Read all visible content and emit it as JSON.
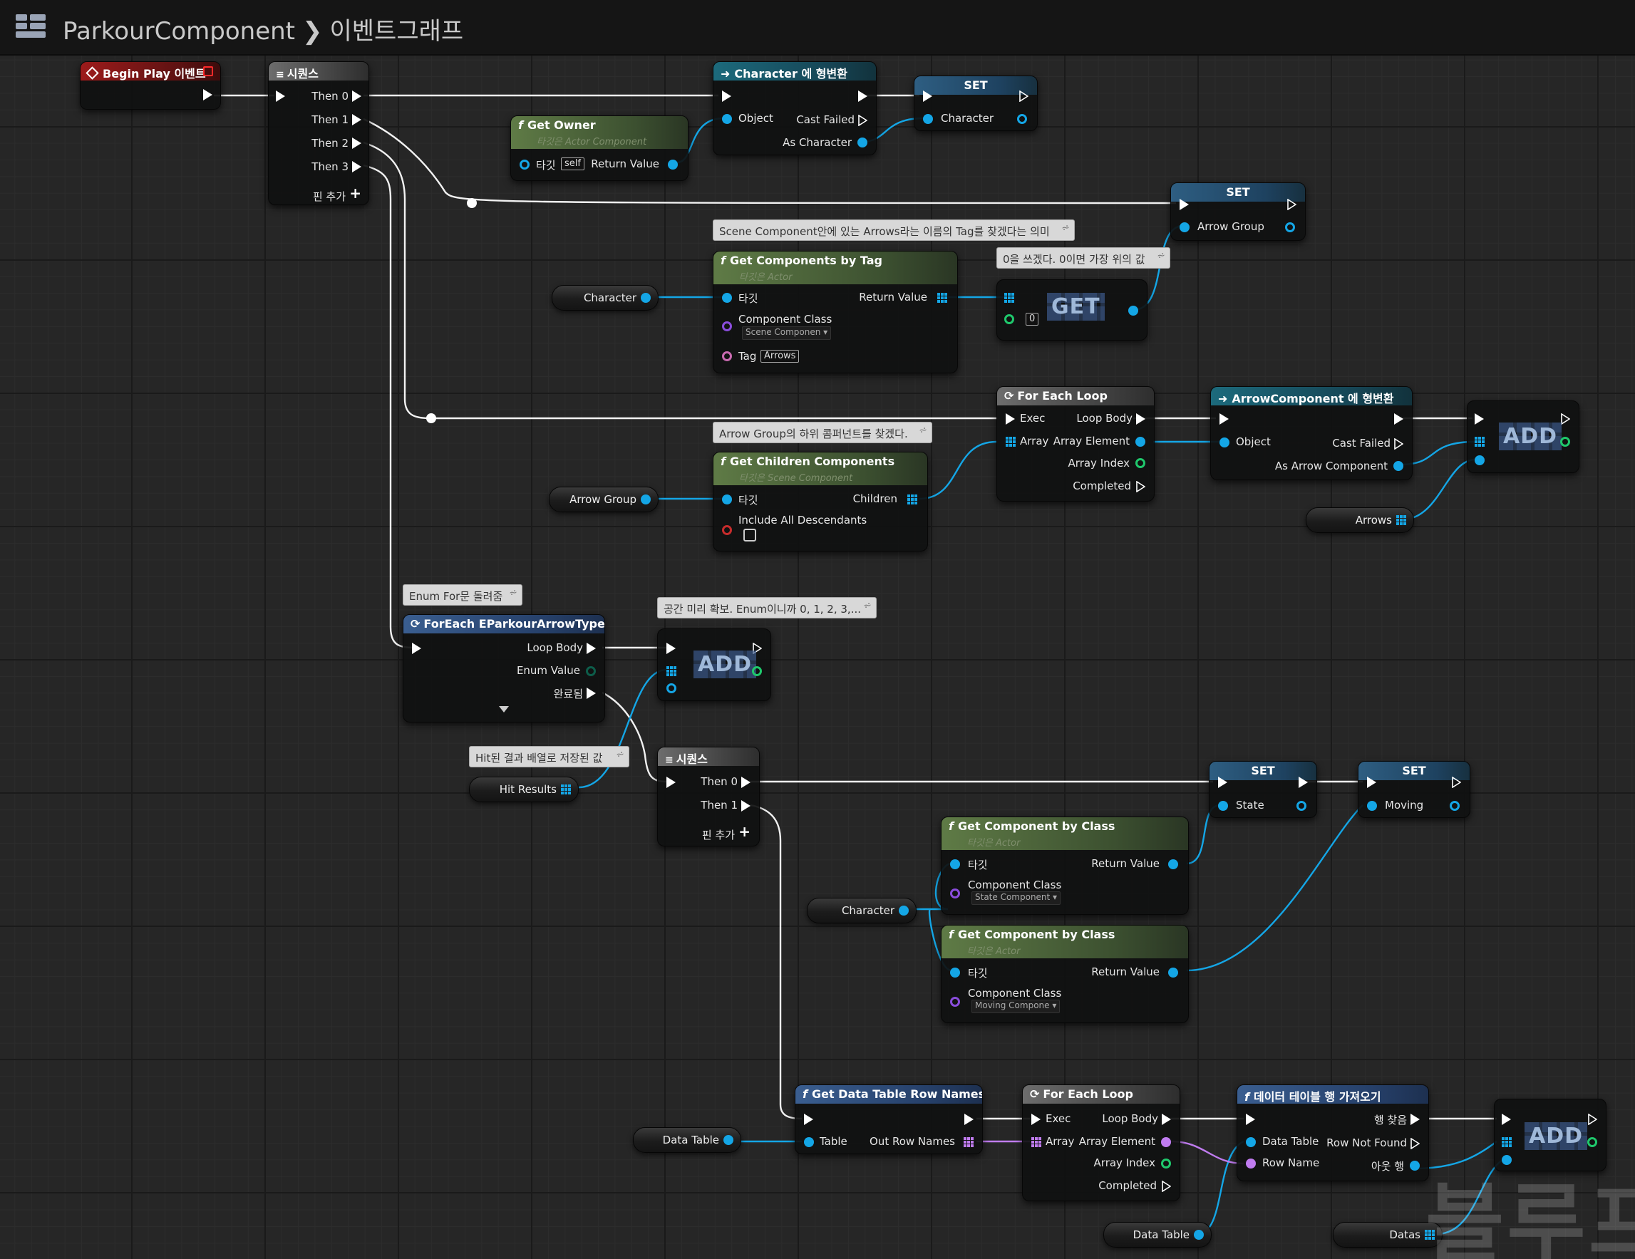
{
  "breadcrumb": {
    "component": "ParkourComponent",
    "graph": "이벤트그래프"
  },
  "nodes": {
    "begin_play": {
      "title": "Begin Play 이벤트"
    },
    "sequence1": {
      "title": "시퀀스",
      "pins": [
        "Then 0",
        "Then 1",
        "Then 2",
        "Then 3"
      ],
      "add_pin": "핀 추가"
    },
    "get_owner": {
      "title": "Get Owner",
      "subtitle": "타깃은 Actor Component",
      "target": "타깃",
      "self": "self",
      "return": "Return Value"
    },
    "cast_character": {
      "title": "Character 에 형변환",
      "object": "Object",
      "cast_failed": "Cast Failed",
      "as_character": "As Character"
    },
    "set_character": {
      "title": "SET",
      "var": "Character"
    },
    "set_arrow_group": {
      "title": "SET",
      "var": "Arrow Group"
    },
    "comment_arrows_tag": {
      "text": "Scene Component안에 있는 Arrows라는 이름의 Tag를 찾겠다는 의미"
    },
    "get_components_by_tag": {
      "title": "Get Components by Tag",
      "subtitle": "타깃은 Actor",
      "target": "타깃",
      "return": "Return Value",
      "component_class": "Component Class",
      "class_value": "Scene Componen",
      "tag": "Tag",
      "tag_value": "Arrows"
    },
    "var_character1": {
      "label": "Character"
    },
    "comment_get0": {
      "text": "0을 쓰겠다. 0이면 가장 위의 값"
    },
    "get_node": {
      "op": "GET",
      "index": "0"
    },
    "for_each1": {
      "title": "For Each Loop",
      "exec": "Exec",
      "array": "Array",
      "loop_body": "Loop Body",
      "array_element": "Array Element",
      "array_index": "Array Index",
      "completed": "Completed"
    },
    "cast_arrow": {
      "title": "ArrowComponent 에 형변환",
      "object": "Object",
      "cast_failed": "Cast Failed",
      "as_arrow": "As Arrow Component"
    },
    "add1": {
      "op": "ADD"
    },
    "var_arrows": {
      "label": "Arrows"
    },
    "comment_children": {
      "text": "Arrow Group의 하위 콤퍼넌트를 찾겠다."
    },
    "get_children": {
      "title": "Get Children Components",
      "subtitle": "타깃은 Scene Component",
      "target": "타깃",
      "children": "Children",
      "include": "Include All Descendants"
    },
    "var_arrow_group": {
      "label": "Arrow Group"
    },
    "comment_enum": {
      "text": "Enum For문 돌려줌"
    },
    "foreach_enum": {
      "title": "ForEach EParkourArrowType",
      "loop_body": "Loop Body",
      "enum_value": "Enum Value",
      "completed": "완료됨"
    },
    "comment_reserve": {
      "text": "공간 미리 확보. Enum이니까 0, 1, 2, 3,..."
    },
    "add2": {
      "op": "ADD"
    },
    "comment_hit": {
      "text": "Hit된 결과 배열로 저장된 값"
    },
    "var_hit_results": {
      "label": "Hit Results"
    },
    "sequence2": {
      "title": "시퀀스",
      "pins": [
        "Then 0",
        "Then 1"
      ],
      "add_pin": "핀 추가"
    },
    "set_state": {
      "title": "SET",
      "var": "State"
    },
    "set_moving": {
      "title": "SET",
      "var": "Moving"
    },
    "get_comp_class1": {
      "title": "Get Component by Class",
      "subtitle": "타깃은 Actor",
      "target": "타깃",
      "return": "Return Value",
      "component_class": "Component Class",
      "class_value": "State Component"
    },
    "var_character2": {
      "label": "Character"
    },
    "get_comp_class2": {
      "title": "Get Component by Class",
      "subtitle": "타깃은 Actor",
      "target": "타깃",
      "return": "Return Value",
      "component_class": "Component Class",
      "class_value": "Moving Compone"
    },
    "get_dt_row_names": {
      "title": "Get Data Table Row Names",
      "table": "Table",
      "out": "Out Row Names"
    },
    "var_data_table1": {
      "label": "Data Table"
    },
    "for_each2": {
      "title": "For Each Loop",
      "exec": "Exec",
      "array": "Array",
      "loop_body": "Loop Body",
      "array_element": "Array Element",
      "array_index": "Array Index",
      "completed": "Completed"
    },
    "get_dt_row": {
      "title": "데이터 테이블 행 가져오기",
      "data_table": "Data Table",
      "row_name": "Row Name",
      "found": "행 찾음",
      "not_found": "Row Not Found",
      "out_row": "아웃 행"
    },
    "add3": {
      "op": "ADD"
    },
    "var_data_table2": {
      "label": "Data Table"
    },
    "var_datas": {
      "label": "Datas"
    }
  },
  "watermark": "블루프",
  "colors": {
    "exec": "#ffffff",
    "object": "#14a6e6",
    "class": "#8a4ddc",
    "name": "#c07cf0",
    "int": "#1fc86c"
  }
}
